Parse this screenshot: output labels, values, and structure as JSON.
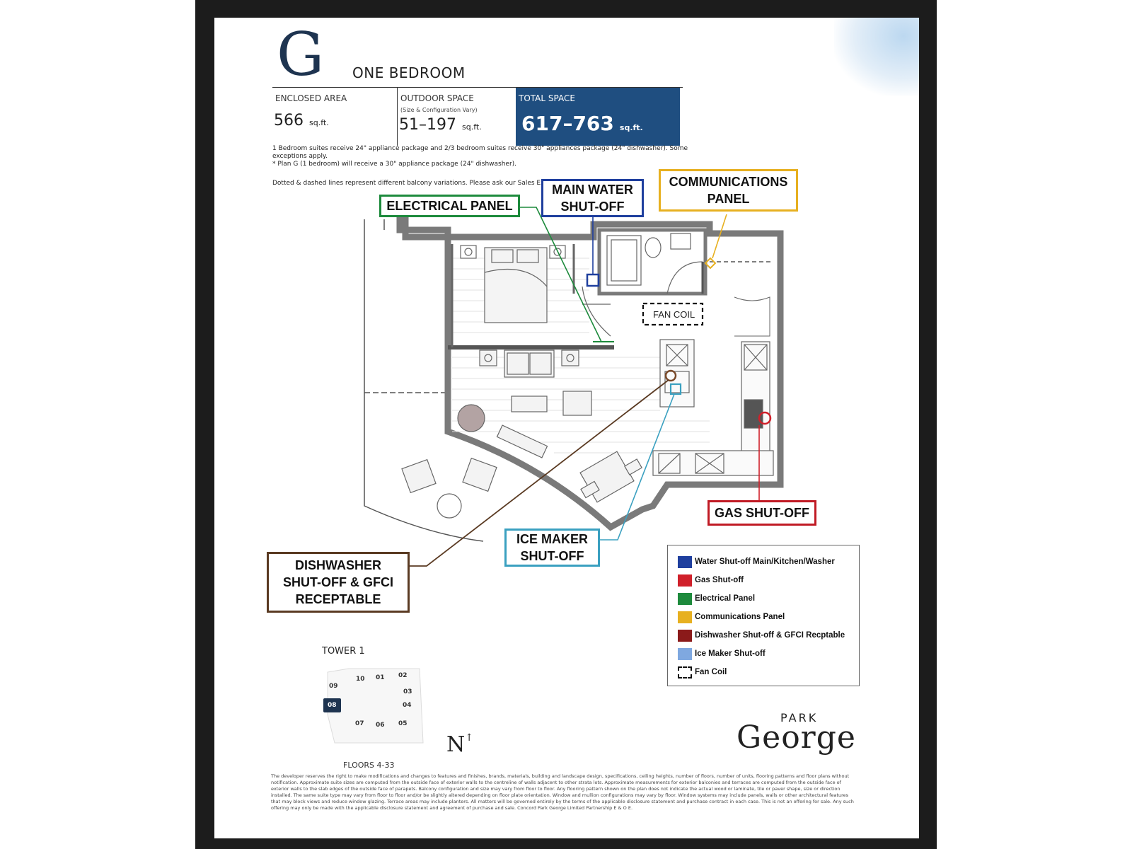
{
  "header": {
    "plan_letter": "G",
    "plan_type": "ONE BEDROOM"
  },
  "stats": {
    "enclosed_label": "ENCLOSED AREA",
    "enclosed_value": "566",
    "enclosed_unit": "sq.ft.",
    "outdoor_label": "OUTDOOR SPACE",
    "outdoor_sub": "(Size & Configuration Vary)",
    "outdoor_value": "51–197",
    "outdoor_unit": "sq.ft.",
    "total_label": "TOTAL SPACE",
    "total_value": "617–763",
    "total_unit": "sq.ft."
  },
  "notes": {
    "line1": "1 Bedroom suites receive 24\" appliance package and 2/3 bedroom suites receive 30\" appliances package (24\" dishwasher). Some exceptions apply.",
    "line2": "* Plan G (1 bedroom) will receive a 30\" appliance package (24\" dishwasher).",
    "line3": "Dotted & dashed lines represent different balcony variations. Please ask our Sales Executives for more information."
  },
  "callouts": {
    "electrical": "ELECTRICAL PANEL",
    "main_water_1": "MAIN WATER",
    "main_water_2": "SHUT-OFF",
    "comms_1": "COMMUNICATIONS",
    "comms_2": "PANEL",
    "fan_coil": "FAN COIL",
    "gas": "GAS SHUT-OFF",
    "ice_1": "ICE MAKER",
    "ice_2": "SHUT-OFF",
    "dish_1": "DISHWASHER",
    "dish_2": "SHUT-OFF & GFCI",
    "dish_3": "RECEPTABLE"
  },
  "legend": {
    "items": [
      {
        "label": "Water Shut-off Main/Kitchen/Washer",
        "color": "#1f3f9e"
      },
      {
        "label": "Gas Shut-off",
        "color": "#d0202a"
      },
      {
        "label": "Electrical Panel",
        "color": "#1d8a3c"
      },
      {
        "label": "Communications Panel",
        "color": "#e7b020"
      },
      {
        "label": "Dishwasher Shut-off & GFCI Recptable",
        "color": "#8b1a1a"
      },
      {
        "label": "Ice Maker Shut-off",
        "color": "#7fa8e0"
      },
      {
        "label": "Fan Coil",
        "color": "dashed"
      }
    ]
  },
  "keyplan": {
    "tower": "TOWER 1",
    "floors": "FLOORS 4-33",
    "units": [
      "09",
      "10",
      "01",
      "02",
      "03",
      "04",
      "08",
      "07",
      "06",
      "05"
    ],
    "selected_unit": "08",
    "north": "N"
  },
  "brand": {
    "top": "PARK",
    "name": "George"
  },
  "colors": {
    "water": "#1f3f9e",
    "gas": "#d0202a",
    "electrical": "#1d8a3c",
    "comms": "#e7b020",
    "dishwasher": "#7a4a2a",
    "ice_maker": "#3aa0c0",
    "total_box": "#1f4e80"
  },
  "disclaimer": "The developer reserves the right to make modifications and changes to features and finishes, brands, materials, building and landscape design, specifications, ceiling heights, number of floors, number of units, flooring patterns and floor plans without notification. Approximate suite sizes are computed from the outside face of exterior walls to the centreline of walls adjacent to other strata lots. Approximate measurements for exterior balconies and terraces are computed from the outside face of exterior walls to the slab edges of the outside face of parapets. Balcony configuration and size may vary from floor to floor. Any flooring pattern shown on the plan does not indicate the actual wood or laminate, tile or paver shape, size or direction installed. The same suite type may vary from floor to floor and/or be slightly altered depending on floor plate orientation. Window and mullion configurations may vary by floor. Window systems may include panels, walls or other architectural features that may block views and reduce window glazing. Terrace areas may include planters. All matters will be governed entirely by the terms of the applicable disclosure statement and purchase contract in each case. This is not an offering for sale. Any such offering may only be made with the applicable disclosure statement and agreement of purchase and sale. Concord Park George Limited Partnership E & O E."
}
